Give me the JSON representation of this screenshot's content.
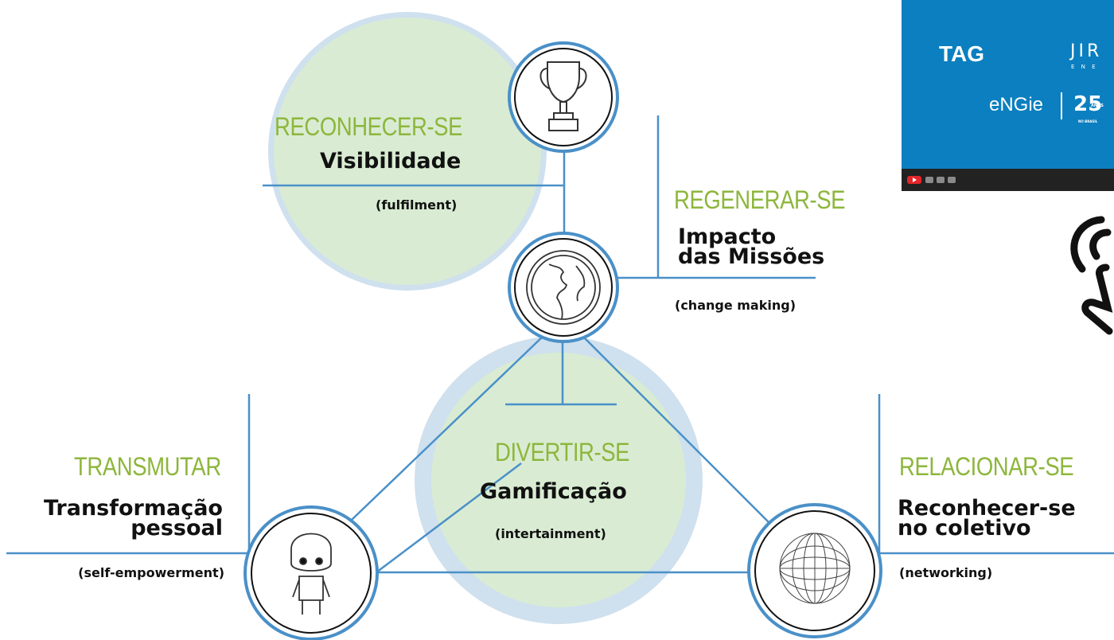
{
  "nodes": {
    "reconhecer": {
      "title": "RECONHECER-SE",
      "subtitle": "Visibilidade",
      "tag": "(fulfilment)"
    },
    "regenerar": {
      "title": "REGENERAR-SE",
      "subtitle_line1": "Impacto",
      "subtitle_line2": "das Missões",
      "tag": "(change making)"
    },
    "divertir": {
      "title": "DIVERTIR-SE",
      "subtitle": "Gamificação",
      "tag": "(intertainment)"
    },
    "transmutar": {
      "title": "TRANSMUTAR",
      "subtitle_line1": "Transformação",
      "subtitle_line2": "pessoal",
      "tag": "(self-empowerment)"
    },
    "relacionar": {
      "title": "RELACIONAR-SE",
      "subtitle_line1": "Reconhecer-se",
      "subtitle_line2": "no coletivo",
      "tag": "(networking)"
    }
  },
  "video": {
    "brand_tag": "TAG",
    "brand_jir": "JIR",
    "brand_ene": "E N E",
    "brand_engie": "eNGie",
    "brand_25": "25",
    "brand_anos": "ANOS",
    "brand_nobrasil": "NO BRASIL"
  },
  "colors": {
    "accent_green": "#8db63c",
    "line_blue": "#4a90c8",
    "halo_blue": "#cfe0ee",
    "halo_green": "#d9ecd3"
  },
  "icons": [
    "trophy-icon",
    "globe-icon",
    "funko-figure-icon",
    "wire-sphere-icon",
    "tap-hand-icon"
  ]
}
